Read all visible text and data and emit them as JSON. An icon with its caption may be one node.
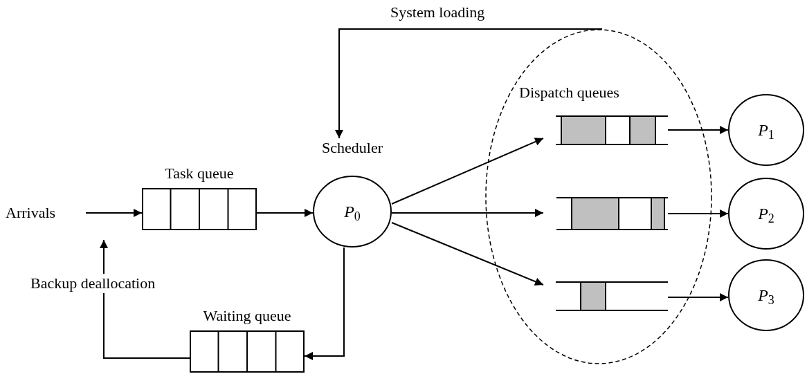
{
  "diagram": {
    "nodes": [
      {
        "text": [
          "Arrivals"
        ]
      },
      {
        "text": [
          "Task queue"
        ]
      },
      {
        "text": [
          "Scheduler",
          "*P*$_{0}$"
        ]
      },
      {
        "text": [
          "Waiting queue"
        ]
      },
      {
        "text": [
          "Dispatch queues"
        ]
      },
      {
        "text": [],
        "shape": "bar",
        "in": 4
      },
      {
        "text": [],
        "shape": "bar",
        "in": 4
      },
      {
        "text": [],
        "shape": "bar",
        "in": 4
      },
      {
        "text": [
          "*P*$_{1}$"
        ]
      },
      {
        "text": [
          "*P*$_{2}$"
        ]
      },
      {
        "text": [
          "*P*$_{3}$"
        ]
      }
    ],
    "edges": [
      {
        "from": 0,
        "to": 1,
        "arrow": "to"
      },
      {
        "from": 1,
        "to": 2,
        "arrow": "to"
      },
      {
        "from": 4,
        "to": 2,
        "arrow": "to",
        "label": "System loading"
      },
      {
        "from": 2,
        "to": 3,
        "arrow": "to"
      },
      {
        "from": 3,
        "to": null,
        "arrow": "to",
        "label": "Backup deallocation"
      },
      {
        "from": 2,
        "to": 5,
        "arrow": "to"
      },
      {
        "from": 2,
        "to": 6,
        "arrow": "to"
      },
      {
        "from": 2,
        "to": 7,
        "arrow": "to"
      },
      {
        "from": 5,
        "to": 8,
        "arrow": "to"
      },
      {
        "from": 6,
        "to": 9,
        "arrow": "to"
      },
      {
        "from": 7,
        "to": 10,
        "arrow": "to"
      }
    ]
  }
}
